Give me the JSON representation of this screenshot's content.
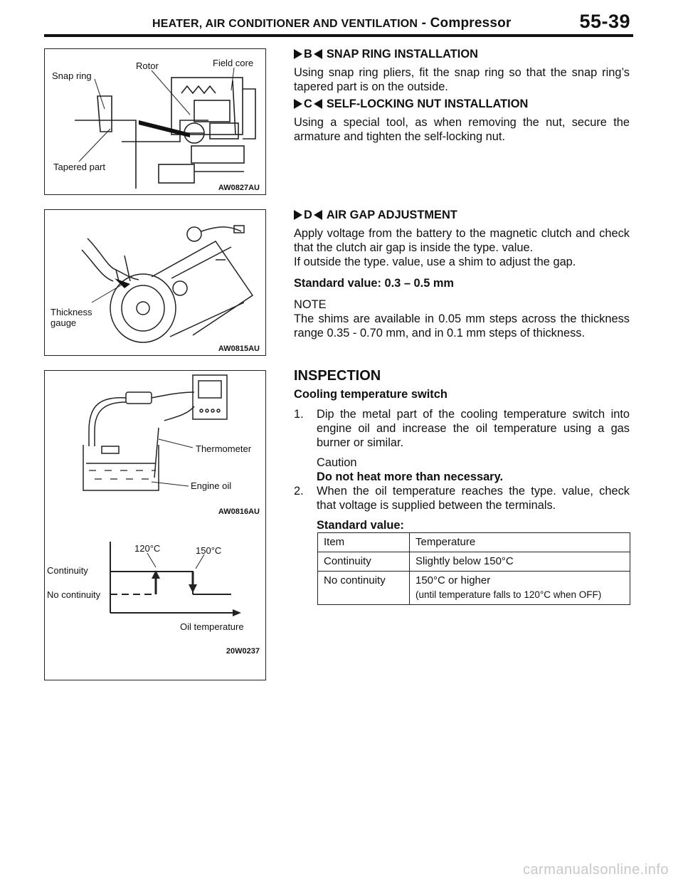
{
  "header": {
    "section": "HEATER, AIR CONDITIONER AND VENTILATION",
    "separator": " - ",
    "subsection": "Compressor",
    "page_number": "55-39"
  },
  "figures": {
    "fig1": {
      "code": "AW0827AU",
      "labels": {
        "snap_ring": "Snap ring",
        "rotor": "Rotor",
        "field_core": "Field core",
        "tapered_part": "Tapered part"
      }
    },
    "fig2": {
      "code": "AW0815AU",
      "labels": {
        "thickness_gauge_1": "Thickness",
        "thickness_gauge_2": "gauge"
      }
    },
    "fig3": {
      "code": "AW0816AU",
      "labels": {
        "thermometer": "Thermometer",
        "engine_oil": "Engine oil"
      }
    },
    "fig4": {
      "code": "20W0237",
      "labels": {
        "continuity": "Continuity",
        "no_continuity": "No continuity",
        "t120": "120°C",
        "t150": "150°C",
        "oil_temperature": "Oil temperature"
      }
    }
  },
  "sections": {
    "b": {
      "letter": "B",
      "title": "SNAP RING INSTALLATION",
      "body": "Using snap ring pliers, fit the snap ring so that the snap ring’s tapered part is on the outside."
    },
    "c": {
      "letter": "C",
      "title": "SELF-LOCKING NUT INSTALLATION",
      "body": "Using a special tool, as when removing the nut, secure the armature and tighten the self-locking nut."
    },
    "d": {
      "letter": "D",
      "title": "AIR GAP ADJUSTMENT",
      "body1": "Apply voltage from the battery to the magnetic clutch and check that the clutch air gap is inside the type. value.",
      "body2": "If outside the type. value, use a shim to adjust the gap.",
      "standard": "Standard value: 0.3 – 0.5 mm",
      "note_label": "NOTE",
      "note": "The shims are available in 0.05 mm steps across the thickness range 0.35 - 0.70 mm, and in 0.1 mm steps of thickness."
    },
    "inspection": {
      "title": "INSPECTION",
      "subtitle": "Cooling temperature switch",
      "step1_num": "1.",
      "step1": "Dip the metal part of the cooling temperature switch into engine oil and increase the oil temperature using a gas burner or similar.",
      "caution_label": "Caution",
      "caution": "Do not heat more than necessary.",
      "step2_num": "2.",
      "step2": "When the oil temperature reaches the type. value, check that voltage is supplied between the terminals.",
      "standard_label": "Standard value:"
    }
  },
  "table": {
    "header": [
      "Item",
      "Temperature"
    ],
    "rows": [
      [
        "Continuity",
        "Slightly below 150°C",
        ""
      ],
      [
        "No continuity",
        "150°C or higher",
        "(until temperature falls to 120°C when OFF)"
      ]
    ]
  },
  "footer": {
    "watermark": "carmanualsonline.info"
  }
}
